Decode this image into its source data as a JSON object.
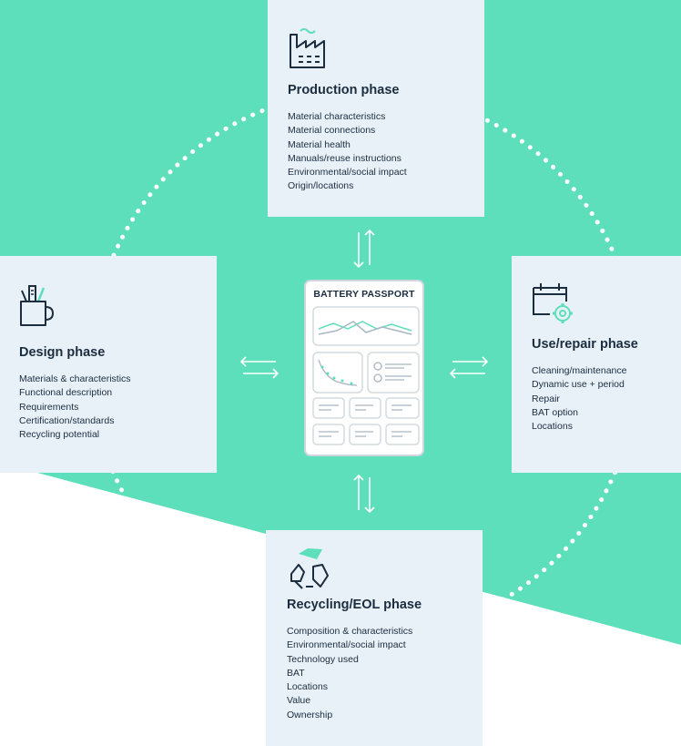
{
  "passport": {
    "title": "BATTERY PASSPORT"
  },
  "phases": {
    "production": {
      "title": "Production phase",
      "items": [
        "Material characteristics",
        "Material connections",
        "Material health",
        "Manuals/reuse instructions",
        "Environmental/social impact",
        "Origin/locations"
      ]
    },
    "design": {
      "title": "Design phase",
      "items": [
        "Materials & characteristics",
        "Functional description",
        "Requirements",
        "Certification/standards",
        "Recycling potential"
      ]
    },
    "use": {
      "title": "Use/repair phase",
      "items": [
        "Cleaning/maintenance",
        "Dynamic use + period",
        "Repair",
        "BAT option",
        "Locations"
      ]
    },
    "recycling": {
      "title": "Recycling/EOL phase",
      "items": [
        "Composition & characteristics",
        "Environmental/social impact",
        "Technology used",
        "BAT",
        "Locations",
        "Value",
        "Ownership"
      ]
    }
  },
  "icons": {
    "production": "factory-icon",
    "design": "pencil-cup-icon",
    "use": "calendar-gear-icon",
    "recycling": "recycle-icon"
  },
  "colors": {
    "background_green": "#5ddfbb",
    "panel": "#e8f0f8",
    "text": "#1b2d3e",
    "accent": "#5ddfbb",
    "dots": "#ffffff"
  }
}
